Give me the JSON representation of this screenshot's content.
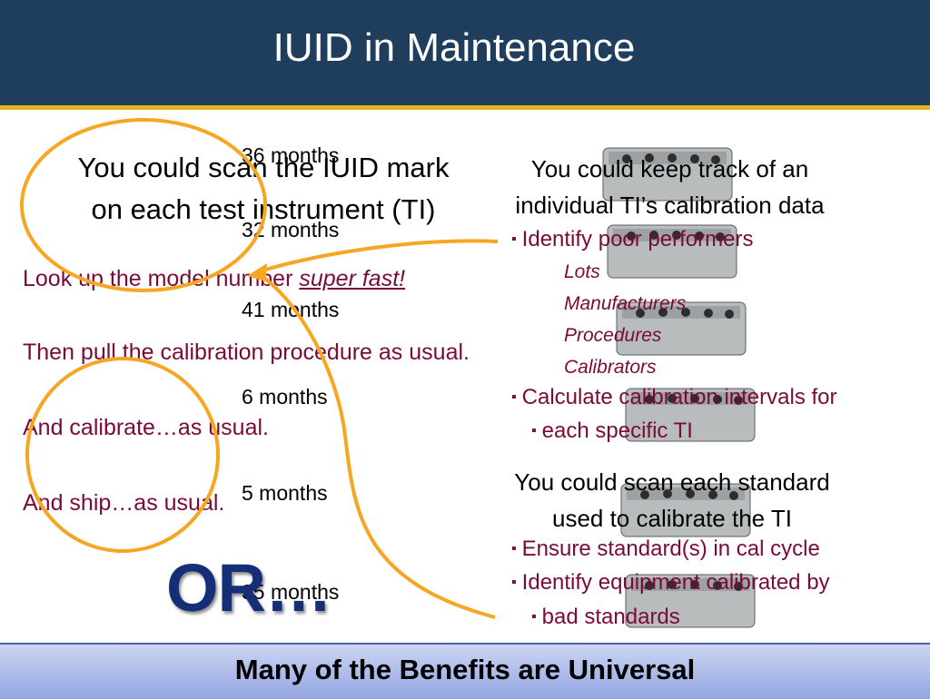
{
  "title": "IUID in Maintenance",
  "left": {
    "scan_line1": "You could scan the IUID mark",
    "scan_line2": "on each test instrument (TI)",
    "lookup_prefix": "Look up the model number ",
    "lookup_emphasis": "super fast!",
    "pull": "Then pull the calibration procedure as usual.",
    "calibrate": "And calibrate…as usual.",
    "ship": "And ship…as usual."
  },
  "months": [
    "36 months",
    "32 months",
    "41 months",
    "6 months",
    "5 months",
    "35 months"
  ],
  "or_label": "OR…",
  "right": {
    "track_line1": "You could keep track of an",
    "track_line2": "individual TI’s calibration data",
    "bullet_poor": "Identify poor performers",
    "sub_items": [
      "Lots",
      "Manufacturers",
      "Procedures",
      "Calibrators"
    ],
    "bullet_calc_line1": "Calculate calibration intervals for",
    "bullet_calc_line2": "each specific TI",
    "scan_std_line1": "You could scan each standard",
    "scan_std_line2": "used to calibrate the TI",
    "bullet_ensure": "Ensure standard(s) in cal cycle",
    "bullet_identify_line1": "Identify equipment calibrated by",
    "bullet_identify_line2": "bad standards"
  },
  "footer": "Many of the Benefits are Universal",
  "colors": {
    "header_bg": "#1f3d5c",
    "header_stripe": "#e0b81a",
    "maroon_text": "#7a0a3a",
    "arrow": "#f5a623",
    "or_text": "#142f78",
    "footer_bg": "#aab8ea"
  }
}
